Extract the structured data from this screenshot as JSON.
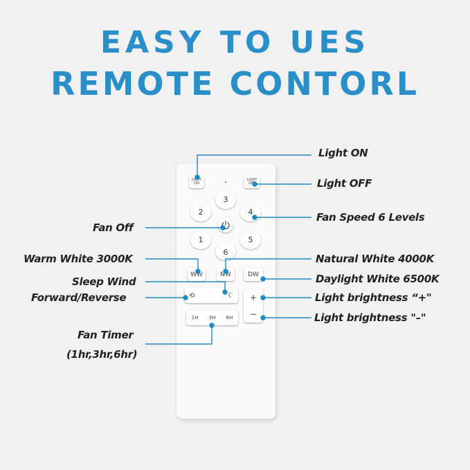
{
  "title": {
    "line1": "EASY TO UES",
    "line2": "REMOTE CONTORL"
  },
  "remote": {
    "light_on": [
      "LIGHT",
      "ON"
    ],
    "light_off": [
      "LIGHT",
      "OFF"
    ],
    "speeds": [
      "1",
      "2",
      "3",
      "4",
      "5",
      "6"
    ],
    "ww": "WW",
    "nw": "NW",
    "dw": "DW",
    "plus": "+",
    "minus": "−",
    "timers": [
      "1H",
      "3H",
      "6H"
    ]
  },
  "labels": {
    "light_on": "Light ON",
    "light_off": "Light OFF",
    "fan_speed": "Fan Speed  6 Levels",
    "fan_off": "Fan Off",
    "warm_white": "Warm White 3000K",
    "natural_white": "Natural White 4000K",
    "sleep_wind": "Sleep Wind",
    "daylight_white": "Daylight White 6500K",
    "forward_reverse": "Forward/Reverse",
    "brightness_plus": "Light brightness “+\"",
    "brightness_minus": "Light brightness \"–\"",
    "fan_timer": "Fan Timer",
    "fan_timer_sub": "(1hr,3hr,6hr)"
  },
  "colors": {
    "title": "#2a8fc9",
    "leader": "#1f8cc4"
  }
}
